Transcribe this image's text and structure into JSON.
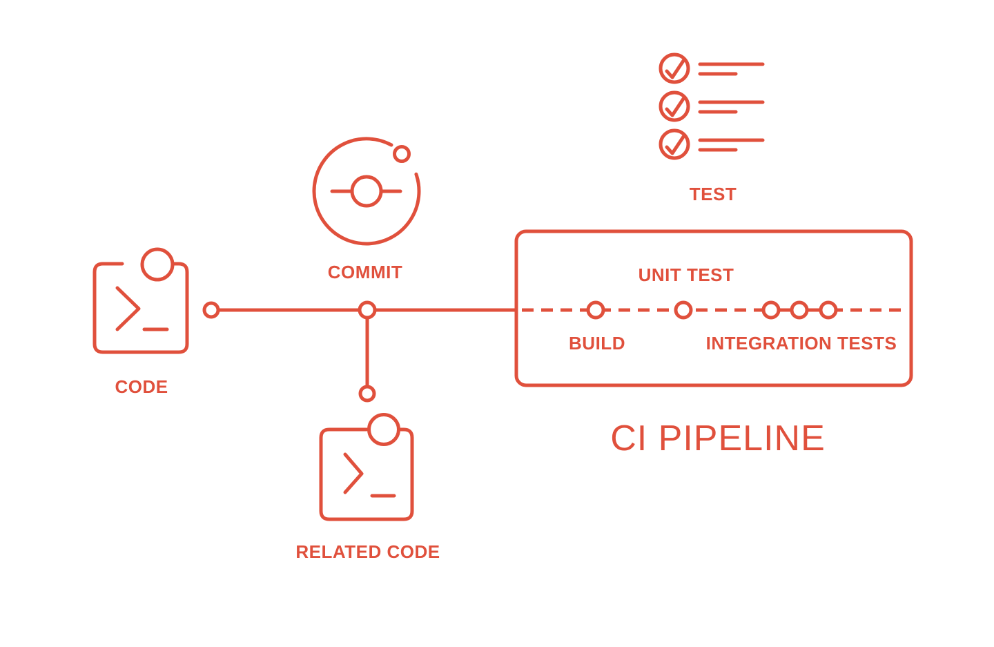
{
  "palette": {
    "accent": "#E0503C",
    "background": "#FFFFFF"
  },
  "diagram": {
    "code": {
      "label": "CODE",
      "icon": "terminal-window-icon"
    },
    "commit": {
      "label": "COMMIT",
      "icon": "git-commit-icon"
    },
    "test": {
      "label": "TEST",
      "icon": "checklist-icon",
      "items": 3
    },
    "related_code": {
      "label": "RELATED CODE",
      "icon": "terminal-window-icon"
    },
    "pipeline": {
      "title": "CI PIPELINE",
      "stages": {
        "build": {
          "label": "BUILD"
        },
        "unit_test": {
          "label": "UNIT TEST"
        },
        "integration_tests": {
          "label": "INTEGRATION TESTS"
        }
      },
      "node_count": 5
    }
  }
}
